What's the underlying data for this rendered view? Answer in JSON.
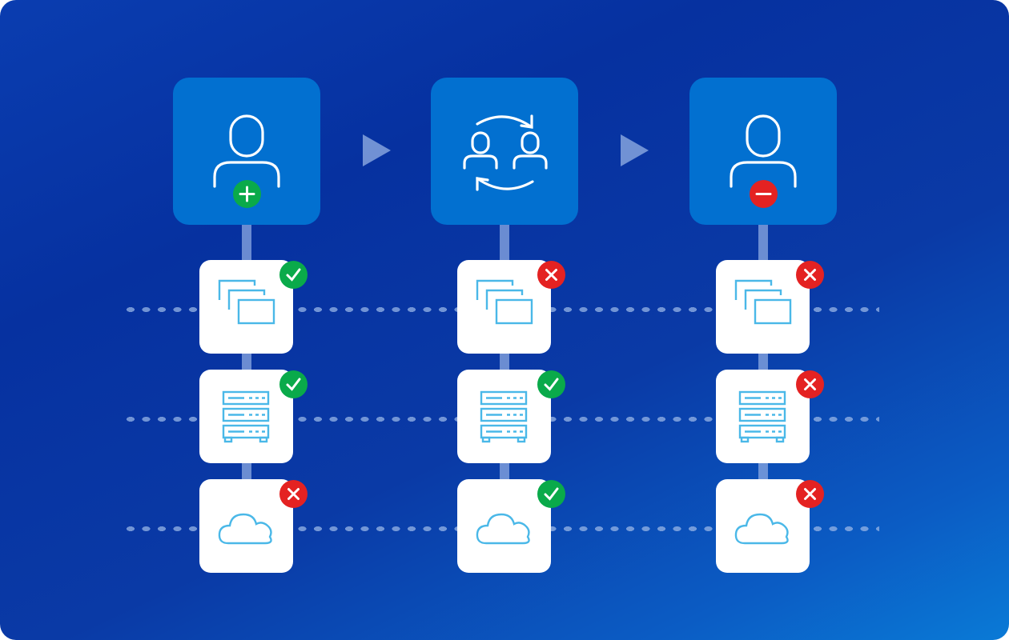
{
  "colors": {
    "accent_box": "#0270d0",
    "resource_icon": "#4ab8e8",
    "success": "#0aaa4a",
    "failure": "#e42222",
    "connector": "#8caae1"
  },
  "columns": [
    {
      "action": "user-add",
      "action_badge": "plus",
      "resources": [
        {
          "type": "windows",
          "status": "success"
        },
        {
          "type": "server",
          "status": "success"
        },
        {
          "type": "cloud",
          "status": "failure"
        }
      ]
    },
    {
      "action": "user-transfer",
      "resources": [
        {
          "type": "windows",
          "status": "failure"
        },
        {
          "type": "server",
          "status": "success"
        },
        {
          "type": "cloud",
          "status": "success"
        }
      ]
    },
    {
      "action": "user-remove",
      "action_badge": "minus",
      "resources": [
        {
          "type": "windows",
          "status": "failure"
        },
        {
          "type": "server",
          "status": "failure"
        },
        {
          "type": "cloud",
          "status": "failure"
        }
      ]
    }
  ]
}
